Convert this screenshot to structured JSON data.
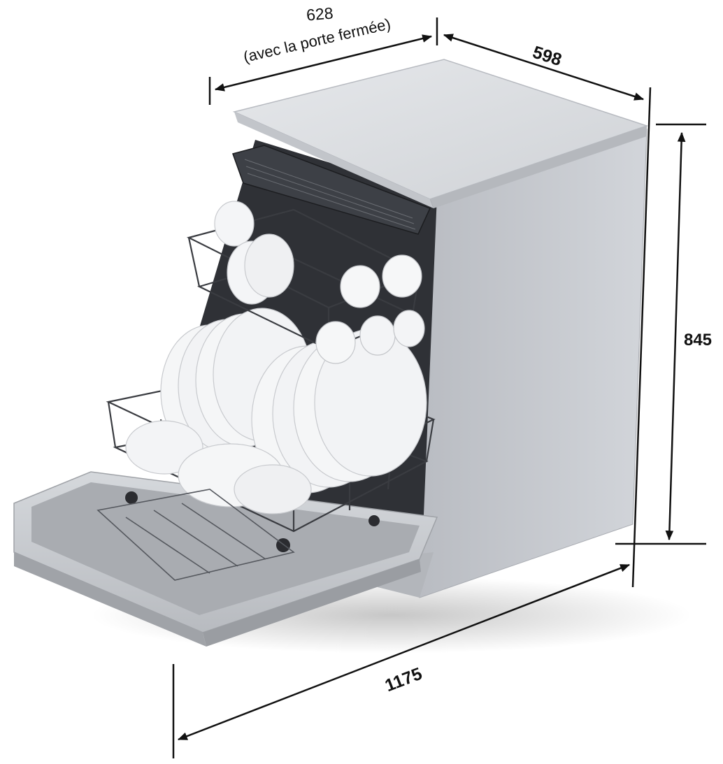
{
  "dimensions": {
    "depth_closed": {
      "value": "628",
      "note": "(avec la porte fermée)"
    },
    "width": {
      "value": "598"
    },
    "height": {
      "value": "845"
    },
    "depth_open": {
      "value": "1175"
    }
  },
  "colors": {
    "line": "#111111",
    "body_side": "#c9ccd2",
    "body_top": "#dfe1e5",
    "door": "#c4c7cc",
    "tub": "#2b2d31",
    "rack": "#3a3c41",
    "dish": "#f3f4f6"
  },
  "icons": [
    "dishwasher-illustration",
    "dimension-arrow"
  ]
}
